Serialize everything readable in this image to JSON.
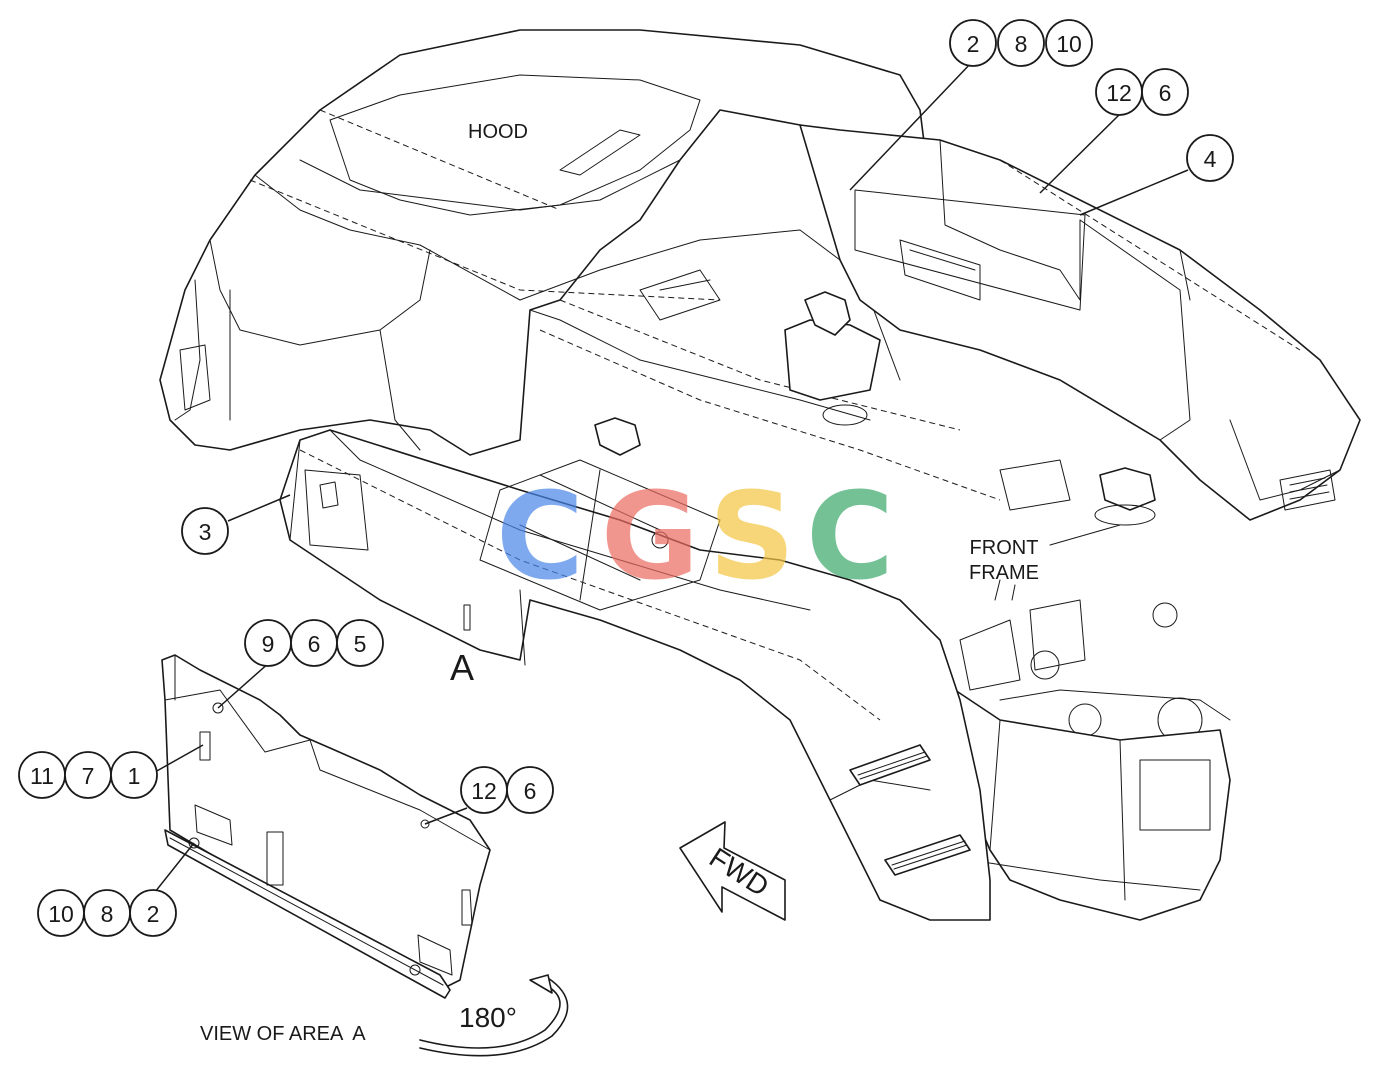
{
  "labels": {
    "hood": "HOOD",
    "area_marker": "A",
    "front_frame_line1": "FRONT",
    "front_frame_line2": "FRAME",
    "fwd": "FWD",
    "rotation": "180°",
    "view_caption": "VIEW OF AREA  A"
  },
  "callouts": {
    "top_a": [
      "2",
      "8",
      "10"
    ],
    "top_b": [
      "12",
      "6"
    ],
    "top_c": [
      "4"
    ],
    "left_3": [
      "3"
    ],
    "detail_a": [
      "9",
      "6",
      "5"
    ],
    "detail_b": [
      "11",
      "7",
      "1"
    ],
    "detail_c": [
      "12",
      "6"
    ],
    "detail_d": [
      "10",
      "8",
      "2"
    ]
  },
  "watermark": {
    "letters": [
      "C",
      "G",
      "S",
      "C"
    ],
    "colors": [
      "#4a86e8",
      "#ea6a5f",
      "#f4c542",
      "#3aa86b"
    ]
  }
}
